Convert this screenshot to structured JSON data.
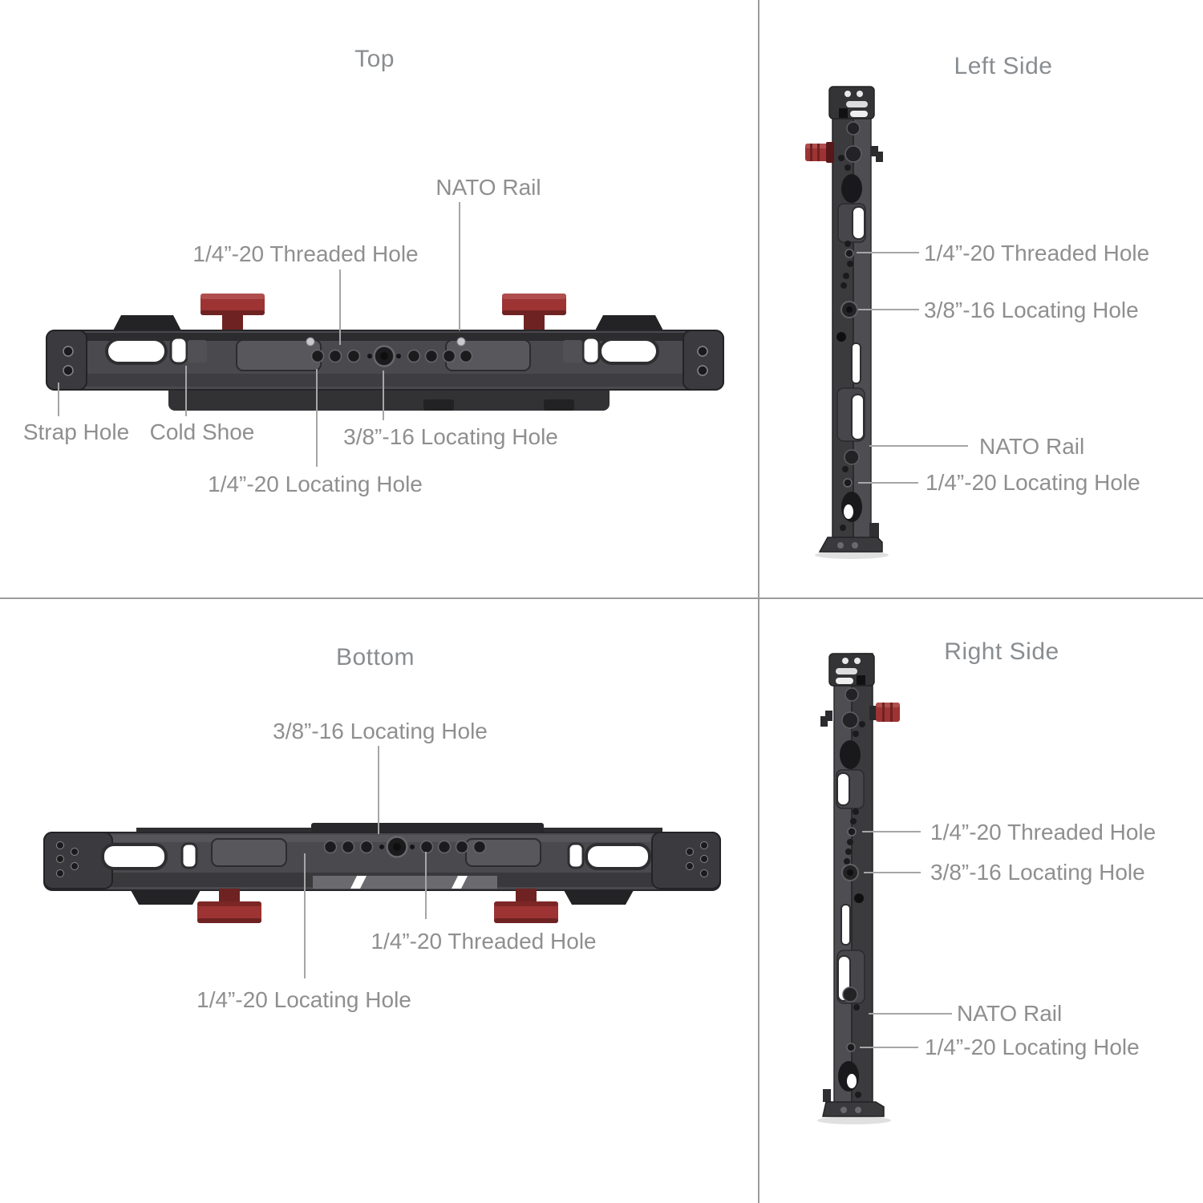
{
  "product_diagram": "four-view camera mounting rail / monitor cage bracket",
  "views": {
    "top": {
      "title": "Top",
      "labels": {
        "nato_rail": "NATO Rail",
        "threaded_hole": "1/4”-20 Threaded Hole",
        "strap_hole": "Strap Hole",
        "cold_shoe": "Cold Shoe",
        "locating_hole_38": "3/8”-16 Locating Hole",
        "locating_hole_14": "1/4”-20 Locating Hole"
      }
    },
    "left_side": {
      "title": "Left Side",
      "labels": {
        "threaded_hole": "1/4”-20 Threaded Hole",
        "locating_hole_38": "3/8”-16 Locating Hole",
        "nato_rail": "NATO Rail",
        "locating_hole_14": "1/4”-20 Locating Hole"
      }
    },
    "bottom": {
      "title": "Bottom",
      "labels": {
        "locating_hole_38": "3/8”-16 Locating Hole",
        "threaded_hole": "1/4”-20 Threaded Hole",
        "locating_hole_14": "1/4”-20 Locating Hole"
      }
    },
    "right_side": {
      "title": "Right Side",
      "labels": {
        "threaded_hole": "1/4”-20 Threaded Hole",
        "locating_hole_38": "3/8”-16 Locating Hole",
        "nato_rail": "NATO Rail",
        "locating_hole_14": "1/4”-20 Locating Hole"
      }
    }
  },
  "colors": {
    "label_text": "#8f8f8f",
    "leader_line": "#a6a6a6",
    "divider_line": "#9c9c9c",
    "rail_body": "#4a4a4e",
    "rail_dark": "#38383b",
    "rail_shadow": "#29292b",
    "rail_panel": "#58585c",
    "knob_red": "#9d3333",
    "knob_red_dark": "#6f2222",
    "hole_dark": "#1b1b1d",
    "screw_silver": "#c9c9cb"
  }
}
